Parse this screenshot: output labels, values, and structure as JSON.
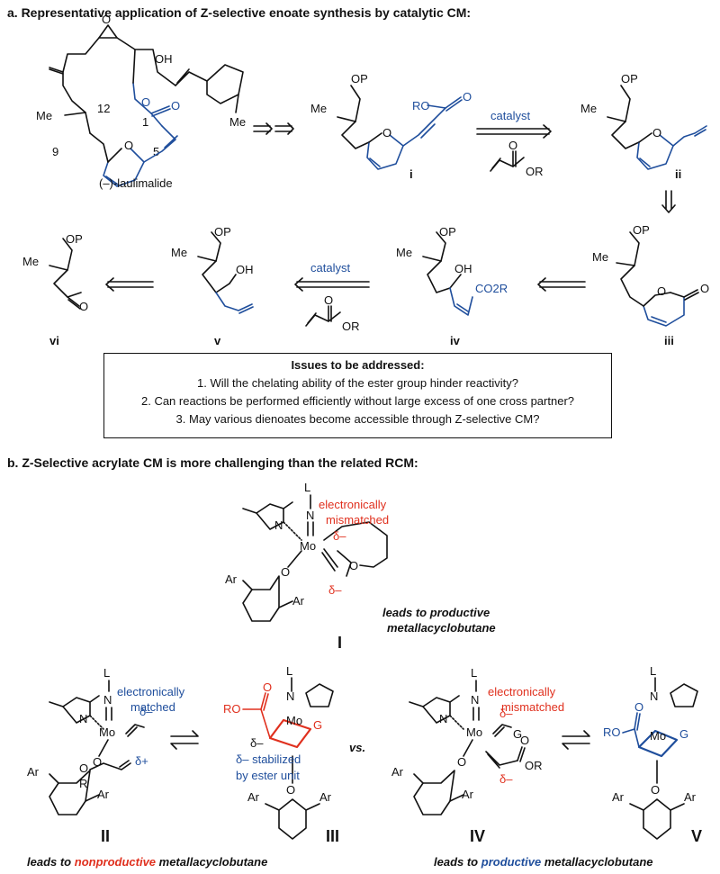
{
  "section_a": {
    "heading": "a. Representative application of Z-selective enoate synthesis by catalytic CM:",
    "compounds": {
      "laulimalide": "(–)-laulimalide",
      "i": "i",
      "ii": "ii",
      "iii": "iii",
      "iv": "iv",
      "v": "v",
      "vi": "vi"
    },
    "atom_labels": {
      "oh": "OH",
      "me": "Me",
      "op": "OP",
      "ro": "RO",
      "co2r": "CO2R",
      "or": "OR",
      "o": "O",
      "n12": "12",
      "n9": "9",
      "n5": "5",
      "n1": "1"
    },
    "arrow_labels": {
      "catalyst": "catalyst"
    },
    "issues": {
      "title": "Issues to be addressed:",
      "items": [
        "1. Will the chelating ability of the ester group hinder reactivity?",
        "2. Can reactions be performed efficiently without large excess of one cross partner?",
        "3. May various dienoates become accessible through Z-selective CM?"
      ]
    }
  },
  "section_b": {
    "heading": "b. Z-Selective acrylate CM is more challenging than the related RCM:",
    "labels": {
      "electronically_mismatched": [
        "electronically",
        "mismatched"
      ],
      "electronically_matched": [
        "electronically",
        "matched"
      ],
      "delta_minus": "δ–",
      "delta_plus": "δ+",
      "stabilized": [
        "δ– stabilized",
        "by ester unit"
      ],
      "vs": "vs.",
      "leads_productive_1": "leads to productive",
      "leads_productive_2": "metallacyclobutane",
      "mo": "Mo",
      "l": "L",
      "n": "N",
      "ar": "Ar",
      "r": "R",
      "g": "G",
      "o": "O",
      "ro": "RO",
      "or": "OR"
    },
    "structures": {
      "I": "I",
      "II": "II",
      "III": "III",
      "IV": "IV",
      "V": "V"
    },
    "captions": {
      "nonproductive_pre": "leads to ",
      "nonproductive_word": "nonproductive",
      "nonproductive_post": " metallacyclobutane",
      "productive_pre": "leads to ",
      "productive_word": "productive",
      "productive_post": " metallacyclobutane"
    }
  },
  "colors": {
    "red": "#e0301e",
    "blue": "#1f4e9c",
    "black": "#111111"
  }
}
